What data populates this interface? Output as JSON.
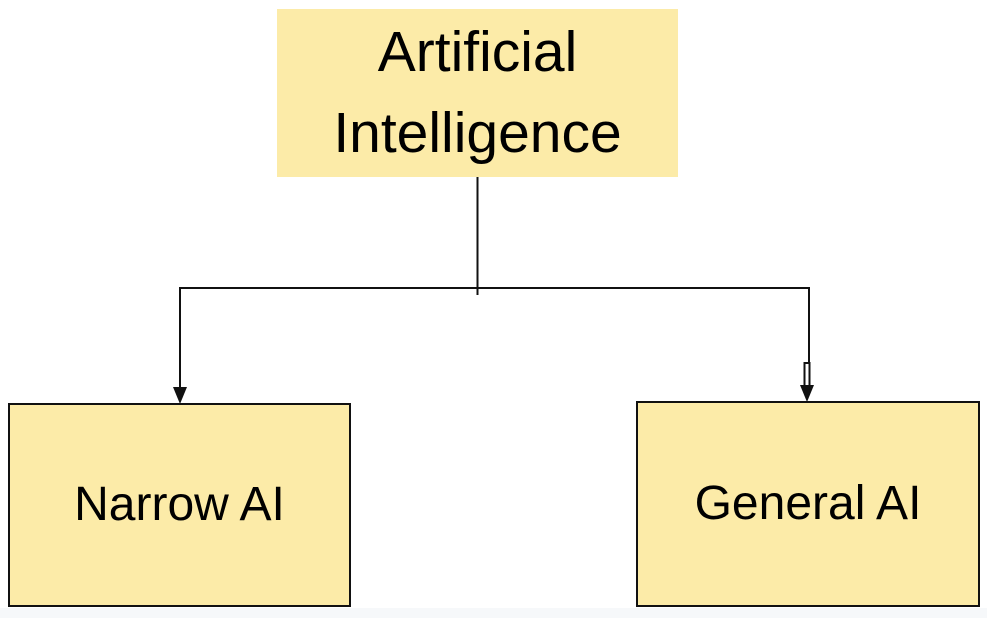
{
  "diagram": {
    "root": {
      "label": "Artificial Intelligence"
    },
    "children": [
      {
        "label": "Narrow AI"
      },
      {
        "label": "General AI"
      }
    ]
  },
  "colors": {
    "background": "#FFFFFF",
    "node_fill": "#FCEBA8",
    "node_border": "#111111",
    "connector": "#111111",
    "text": "#000000",
    "footer_strip": "#F6F8FA"
  }
}
